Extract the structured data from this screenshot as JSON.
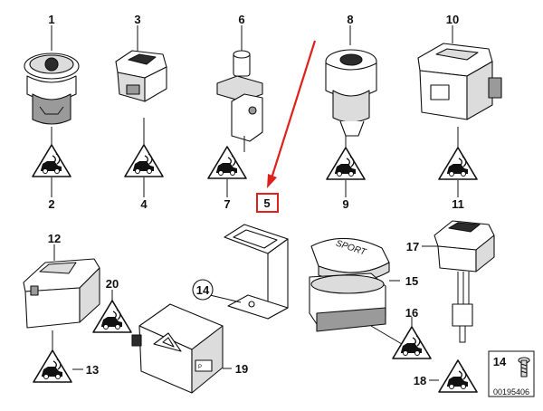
{
  "parts": {
    "p1": "1",
    "p2": "2",
    "p3": "3",
    "p4": "4",
    "p5": "5",
    "p6": "6",
    "p7": "7",
    "p8": "8",
    "p9": "9",
    "p10": "10",
    "p11": "11",
    "p12": "12",
    "p13": "13",
    "p14": "14",
    "p15": "15",
    "p16": "16",
    "p17": "17",
    "p18": "18",
    "p19": "19",
    "p20": "20",
    "p14_circle": "14"
  },
  "part_labels": {
    "sport_button": "SPORT",
    "hazard_small": "P"
  },
  "legend": {
    "part_number": "14",
    "diagram_id": "00195406"
  },
  "colors": {
    "highlight": "#e0201b",
    "ink": "#111111"
  },
  "icons": [
    "warning-triangle-icon",
    "screw-icon"
  ]
}
